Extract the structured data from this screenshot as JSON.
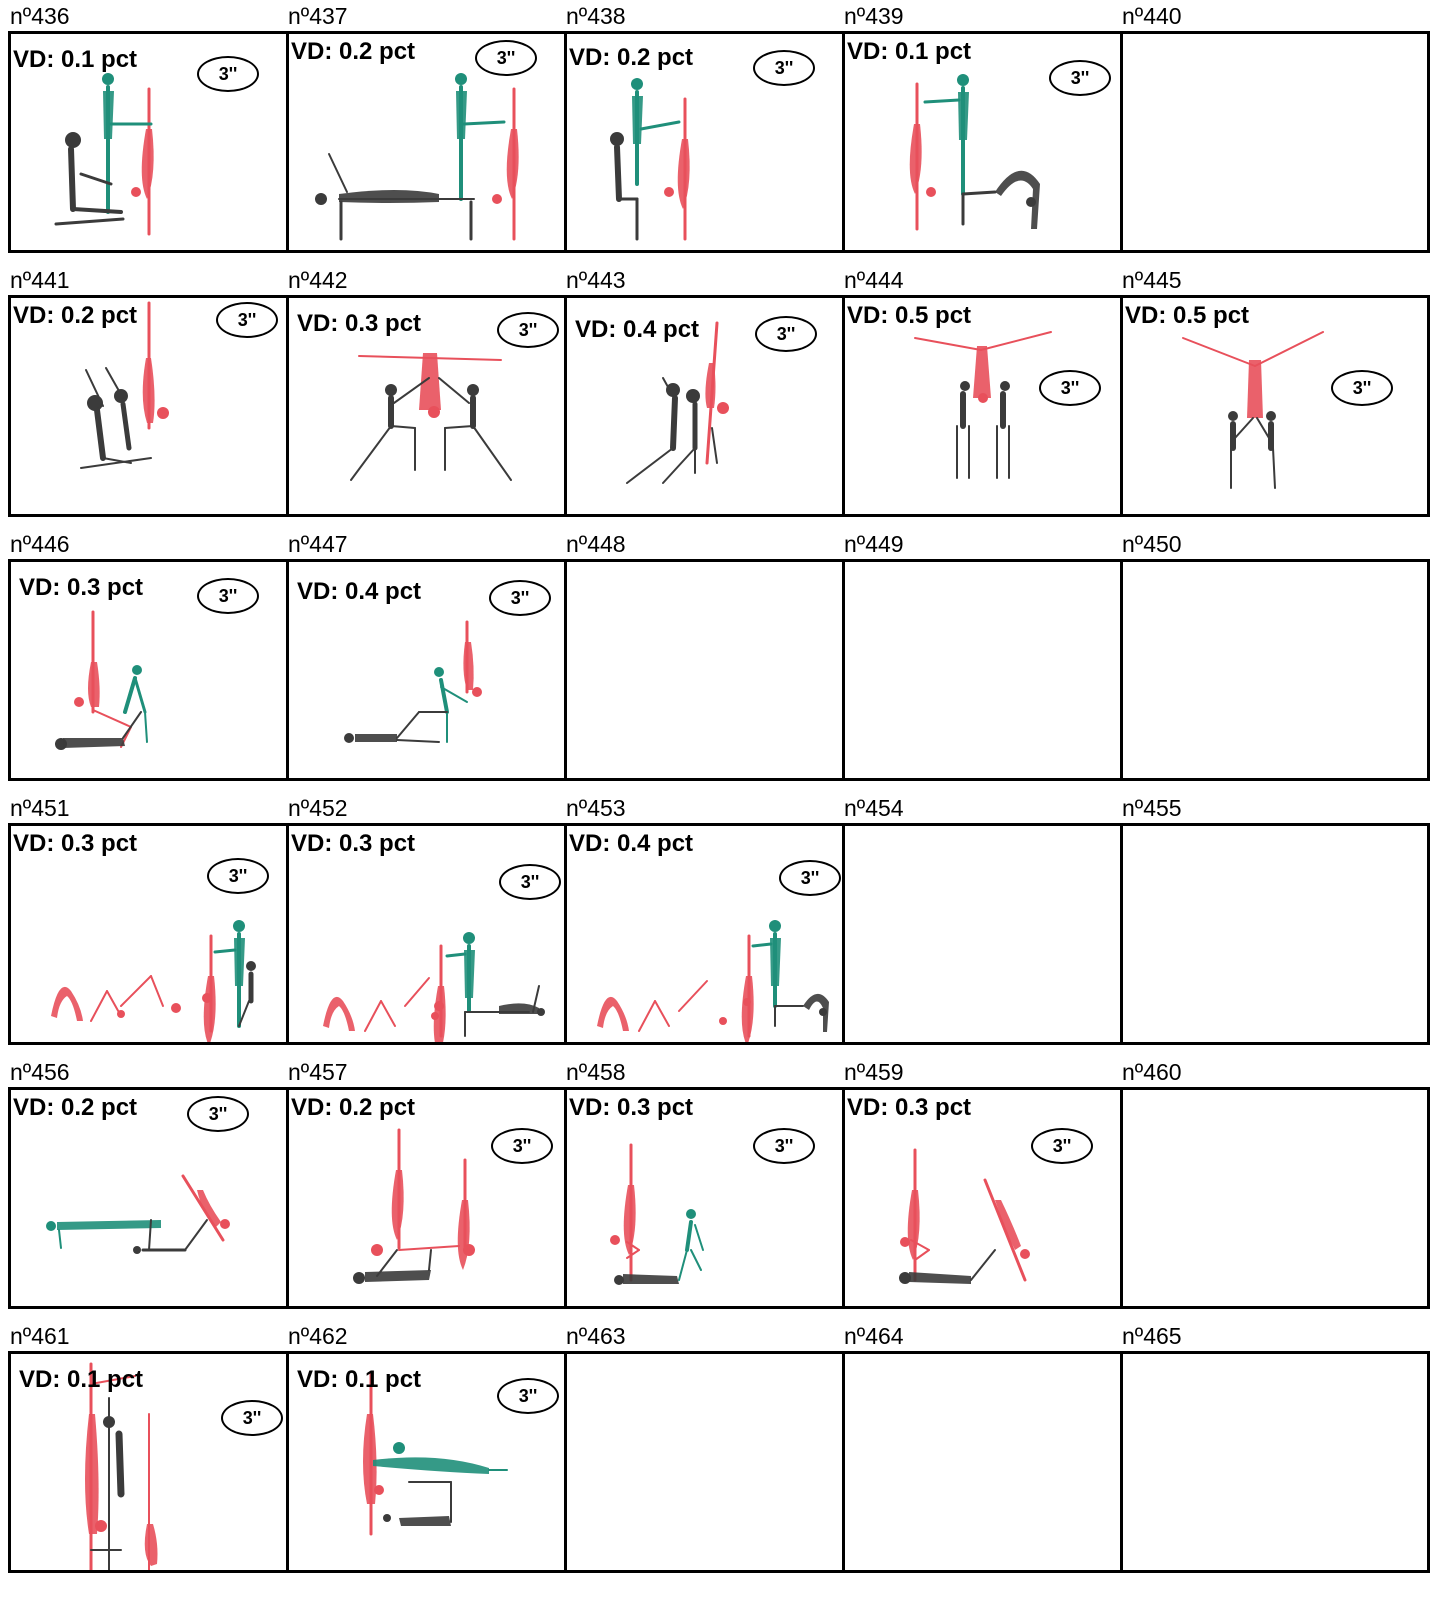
{
  "colors": {
    "red": "#e8505b",
    "teal": "#1f8f7a",
    "grey": "#3b3b3b"
  },
  "rows": [
    {
      "cells": [
        {
          "number": "nº436",
          "vd": "VD: 0.1 pct",
          "timer": "3''",
          "illustration": "kneeling-partner-assist"
        },
        {
          "number": "nº437",
          "vd": "VD: 0.2 pct",
          "timer": "3''",
          "illustration": "lying-partner-assist"
        },
        {
          "number": "nº438",
          "vd": "VD: 0.2 pct",
          "timer": "3''",
          "illustration": "seated-partner-assist"
        },
        {
          "number": "nº439",
          "vd": "VD: 0.1 pct",
          "timer": "3''",
          "illustration": "bridge-partner-assist"
        },
        {
          "number": "nº440"
        }
      ]
    },
    {
      "cells": [
        {
          "number": "nº441",
          "vd": "VD: 0.2 pct",
          "timer": "3''",
          "illustration": "twin-spotters"
        },
        {
          "number": "nº442",
          "vd": "VD: 0.3 pct",
          "timer": "3''",
          "illustration": "straddle-support"
        },
        {
          "number": "nº443",
          "vd": "VD: 0.4 pct",
          "timer": "3''",
          "illustration": "lift-assist"
        },
        {
          "number": "nº444",
          "vd": "VD: 0.5 pct",
          "timer": "3''",
          "illustration": "split-lift"
        },
        {
          "number": "nº445",
          "vd": "VD: 0.5 pct",
          "timer": "3''",
          "illustration": "split-lift-2"
        }
      ]
    },
    {
      "cells": [
        {
          "number": "nº446",
          "vd": "VD: 0.3 pct",
          "timer": "3''",
          "illustration": "handstand-bend"
        },
        {
          "number": "nº447",
          "vd": "VD: 0.4 pct",
          "timer": "3''",
          "illustration": "handstand-lie"
        },
        {
          "number": "nº448"
        },
        {
          "number": "nº449"
        },
        {
          "number": "nº450"
        }
      ]
    },
    {
      "cells": [
        {
          "number": "nº451",
          "vd": "VD: 0.3 pct",
          "timer": "3''",
          "illustration": "sequence-kneel"
        },
        {
          "number": "nº452",
          "vd": "VD: 0.3 pct",
          "timer": "3''",
          "illustration": "sequence-lie"
        },
        {
          "number": "nº453",
          "vd": "VD: 0.4 pct",
          "timer": "3''",
          "illustration": "sequence-bridge"
        },
        {
          "number": "nº454"
        },
        {
          "number": "nº455"
        }
      ]
    },
    {
      "cells": [
        {
          "number": "nº456",
          "vd": "VD: 0.2 pct",
          "timer": "3''",
          "illustration": "plank-lean"
        },
        {
          "number": "nº457",
          "vd": "VD: 0.2 pct",
          "timer": "3''",
          "illustration": "double-handstand"
        },
        {
          "number": "nº458",
          "vd": "VD: 0.3 pct",
          "timer": "3''",
          "illustration": "handstand-walk"
        },
        {
          "number": "nº459",
          "vd": "VD: 0.3 pct",
          "timer": "3''",
          "illustration": "handstand-leg"
        },
        {
          "number": "nº460"
        }
      ]
    },
    {
      "cells": [
        {
          "number": "nº461",
          "vd": "VD: 0.1 pct",
          "timer": "3''",
          "illustration": "pillar-stand"
        },
        {
          "number": "nº462",
          "vd": "VD: 0.1 pct",
          "timer": "3''",
          "illustration": "arabesque-bench"
        },
        {
          "number": "nº463"
        },
        {
          "number": "nº464"
        },
        {
          "number": "nº465"
        }
      ]
    }
  ]
}
